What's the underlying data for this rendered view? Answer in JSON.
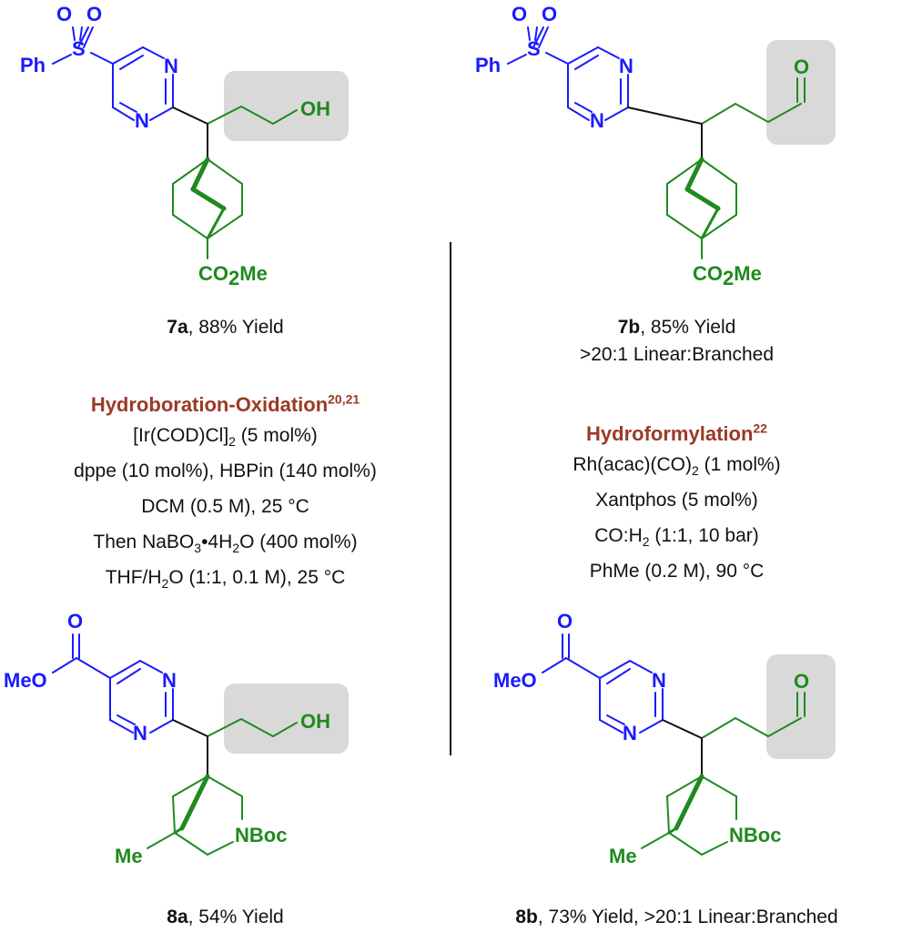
{
  "figure": {
    "compound_7a": {
      "id": "7a",
      "yield": ", 88% Yield",
      "labels": {
        "so2_o1": "O",
        "so2_s": "S",
        "so2_o2": "O",
        "ph": "Ph",
        "n_top": "N",
        "n_bottom": "N",
        "oh": "OH",
        "ester_co": "CO",
        "ester_sub": "2",
        "ester_me": "Me"
      }
    },
    "compound_7b": {
      "id": "7b",
      "yield": ", 85% Yield",
      "selectivity": ">20:1 Linear:Branched",
      "labels": {
        "so2_o1": "O",
        "so2_s": "S",
        "so2_o2": "O",
        "ph": "Ph",
        "n_top": "N",
        "n_bottom": "N",
        "ald_o": "O",
        "ester_co": "CO",
        "ester_sub": "2",
        "ester_me": "Me"
      }
    },
    "compound_8a": {
      "id": "8a",
      "yield": ", 54% Yield",
      "labels": {
        "carbonyl_o": "O",
        "meo": "MeO",
        "n_top": "N",
        "n_bottom": "N",
        "oh": "OH",
        "nboc": "NBoc",
        "me": "Me"
      }
    },
    "compound_8b": {
      "id": "8b",
      "yield": ", 73% Yield, >20:1 Linear:Branched",
      "labels": {
        "carbonyl_o": "O",
        "meo": "MeO",
        "n_top": "N",
        "n_bottom": "N",
        "ald_o": "O",
        "nboc": "NBoc",
        "me": "Me"
      }
    },
    "hydroboration": {
      "title": "Hydroboration-Oxidation",
      "refs": "20,21",
      "line1_pre": "[Ir(COD)Cl]",
      "line1_sub": "2",
      "line1_post": " (5 mol%)",
      "line2": "dppe (10 mol%), HBPin (140 mol%)",
      "line3": "DCM (0.5 M), 25 °C",
      "line4_pre": "Then NaBO",
      "line4_sub1": "3",
      "line4_mid": "•4H",
      "line4_sub2": "2",
      "line4_post": "O (400 mol%)",
      "line5_pre": "THF/H",
      "line5_sub": "2",
      "line5_post": "O (1:1, 0.1 M), 25 °C"
    },
    "hydroformylation": {
      "title": "Hydroformylation",
      "refs": "22",
      "line1_pre": "Rh(acac)(CO)",
      "line1_sub": "2",
      "line1_post": " (1 mol%)",
      "line2": "Xantphos (5 mol%)",
      "line3_pre": "CO:H",
      "line3_sub": "2",
      "line3_post": " (1:1, 10 bar)",
      "line4": "PhMe (0.2 M), 90 °C"
    },
    "colors": {
      "aryl": "#1a1aff",
      "alkyl": "#1f8a1f",
      "title": "#9a3a26",
      "highlight": "#d9d9d9"
    }
  }
}
